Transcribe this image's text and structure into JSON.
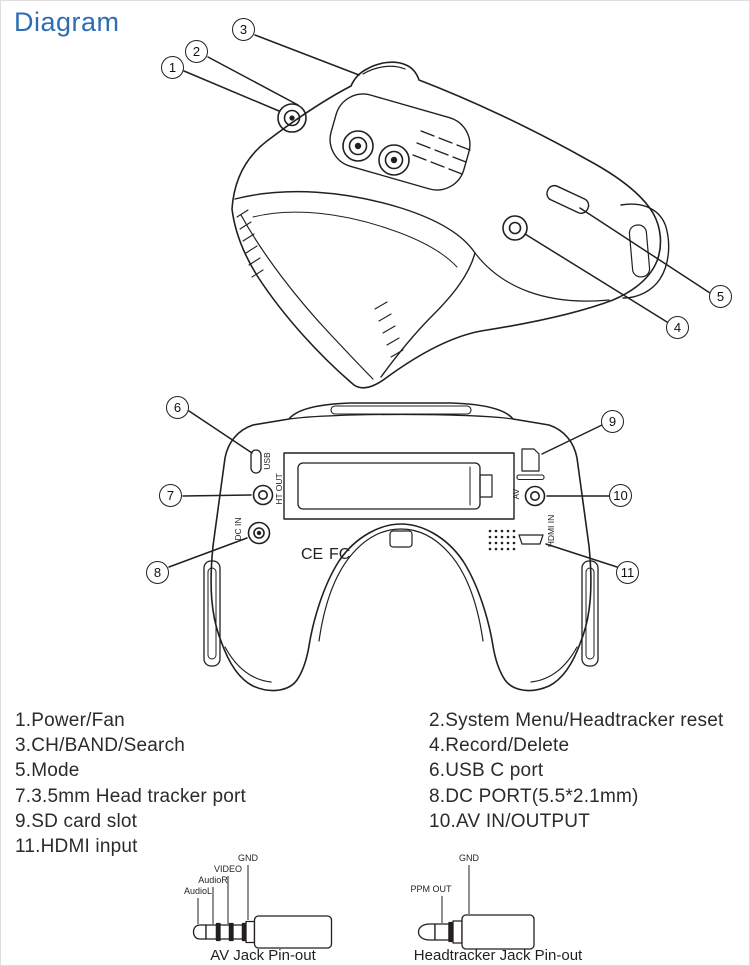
{
  "page": {
    "title": "Diagram"
  },
  "colors": {
    "title_blue": "#2e6db4",
    "line_art": "#231f20"
  },
  "callouts": [
    "1",
    "2",
    "3",
    "4",
    "5",
    "6",
    "7",
    "8",
    "9",
    "10",
    "11"
  ],
  "ports": {
    "usb": "USB",
    "ht_out": "HT OUT",
    "dc_in": "DC IN",
    "av": "AV",
    "hdmi_in": "HDMI IN"
  },
  "marks": {
    "ce": "CE",
    "fcc": "FC"
  },
  "legend": {
    "left": [
      "1.Power/Fan",
      "3.CH/BAND/Search",
      "5.Mode",
      "7.3.5mm Head tracker port",
      "9.SD card slot",
      "11.HDMI input"
    ],
    "right": [
      "2.System Menu/Headtracker reset",
      "4.Record/Delete",
      "6.USB C port",
      "8.DC PORT(5.5*2.1mm)",
      "10.AV IN/OUTPUT"
    ]
  },
  "pinouts": {
    "av": {
      "caption": "AV Jack Pin-out",
      "labels": [
        "GND",
        "VIDEO",
        "AudioR",
        "AudioL"
      ]
    },
    "headtracker": {
      "caption": "Headtracker Jack Pin-out",
      "labels": [
        "GND",
        "PPM OUT"
      ]
    }
  }
}
